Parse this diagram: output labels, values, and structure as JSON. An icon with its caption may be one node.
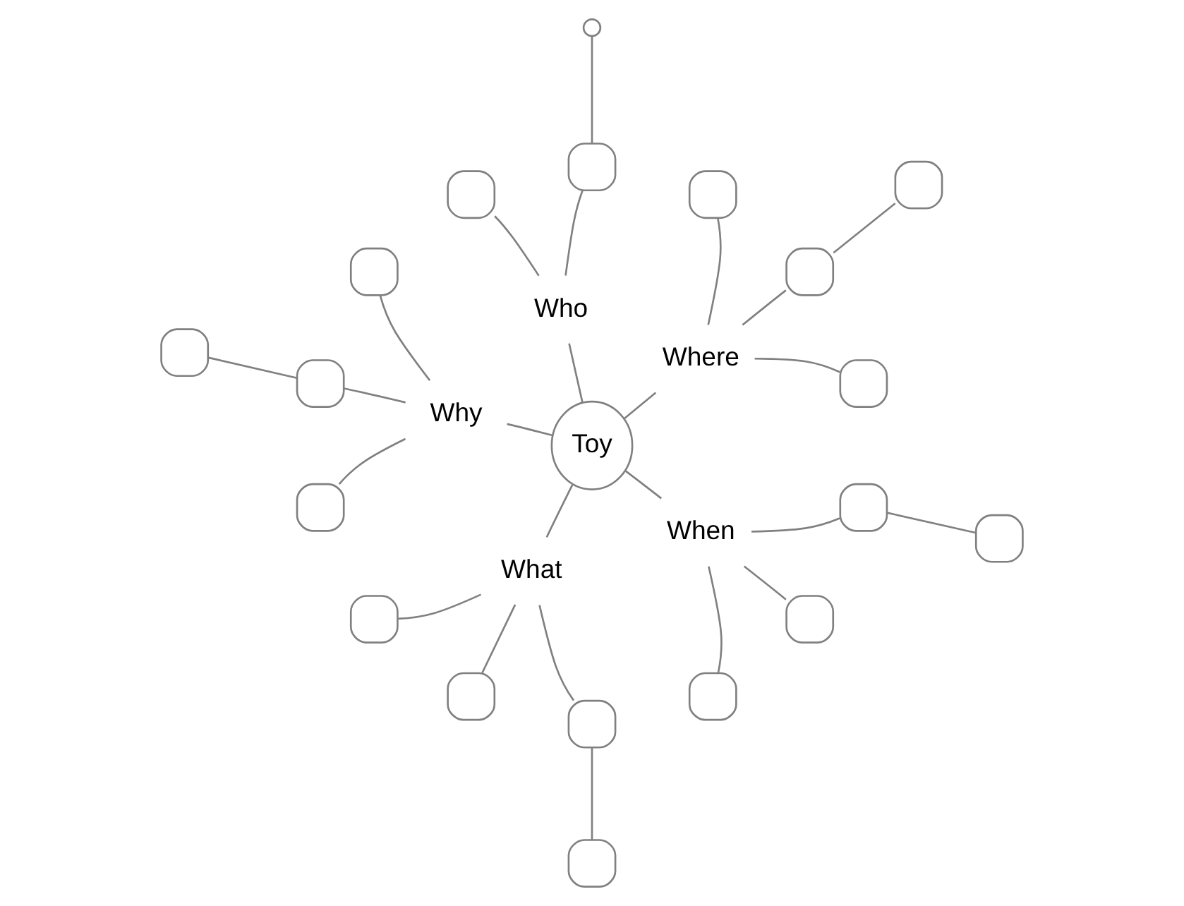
{
  "diagram": {
    "nodes": [
      {
        "text": [
          "Toy"
        ]
      },
      {
        "text": [
          "Where"
        ]
      },
      {
        "text": [],
        "shape": "box"
      },
      {
        "text": [],
        "shape": "box"
      },
      {
        "text": [],
        "shape": "box"
      },
      {
        "text": [],
        "shape": "box"
      },
      {
        "text": [
          "Who"
        ]
      },
      {
        "text": [],
        "shape": "box"
      },
      {
        "text": [],
        "shape": "circle"
      },
      {
        "text": [],
        "shape": "box"
      },
      {
        "text": [
          "Why"
        ]
      },
      {
        "text": [],
        "shape": "box"
      },
      {
        "text": [],
        "shape": "box"
      },
      {
        "text": [],
        "shape": "box"
      },
      {
        "text": [],
        "shape": "box"
      },
      {
        "text": [
          "What"
        ]
      },
      {
        "text": [],
        "shape": "box"
      },
      {
        "text": [],
        "shape": "box"
      },
      {
        "text": [],
        "shape": "box"
      },
      {
        "text": [],
        "shape": "box"
      },
      {
        "text": [
          "When"
        ]
      },
      {
        "text": [],
        "shape": "box"
      },
      {
        "text": [],
        "shape": "box"
      },
      {
        "text": [],
        "shape": "box"
      },
      {
        "text": [],
        "shape": "box"
      }
    ],
    "edges": [
      {
        "from": 0,
        "to": 1,
        "arrow": "none"
      },
      {
        "from": 1,
        "to": 2,
        "arrow": "none"
      },
      {
        "from": 1,
        "to": 4,
        "arrow": "none"
      },
      {
        "from": 4,
        "to": 3,
        "arrow": "none"
      },
      {
        "from": 1,
        "to": 5,
        "arrow": "none"
      },
      {
        "from": 0,
        "to": 6,
        "arrow": "none"
      },
      {
        "from": 6,
        "to": 7,
        "arrow": "none"
      },
      {
        "from": 7,
        "to": 8,
        "arrow": "none"
      },
      {
        "from": 6,
        "to": 9,
        "arrow": "none"
      },
      {
        "from": 0,
        "to": 10,
        "arrow": "none"
      },
      {
        "from": 10,
        "to": 11,
        "arrow": "none"
      },
      {
        "from": 10,
        "to": 12,
        "arrow": "none"
      },
      {
        "from": 12,
        "to": 13,
        "arrow": "none"
      },
      {
        "from": 10,
        "to": 14,
        "arrow": "none"
      },
      {
        "from": 0,
        "to": 15,
        "arrow": "none"
      },
      {
        "from": 15,
        "to": 16,
        "arrow": "none"
      },
      {
        "from": 15,
        "to": 17,
        "arrow": "none"
      },
      {
        "from": 15,
        "to": 19,
        "arrow": "none"
      },
      {
        "from": 19,
        "to": 18,
        "arrow": "none"
      },
      {
        "from": 0,
        "to": 20,
        "arrow": "none"
      },
      {
        "from": 20,
        "to": 21,
        "arrow": "none"
      },
      {
        "from": 20,
        "to": 22,
        "arrow": "none"
      },
      {
        "from": 20,
        "to": 23,
        "arrow": "none"
      },
      {
        "from": 23,
        "to": 24,
        "arrow": "none"
      }
    ]
  }
}
